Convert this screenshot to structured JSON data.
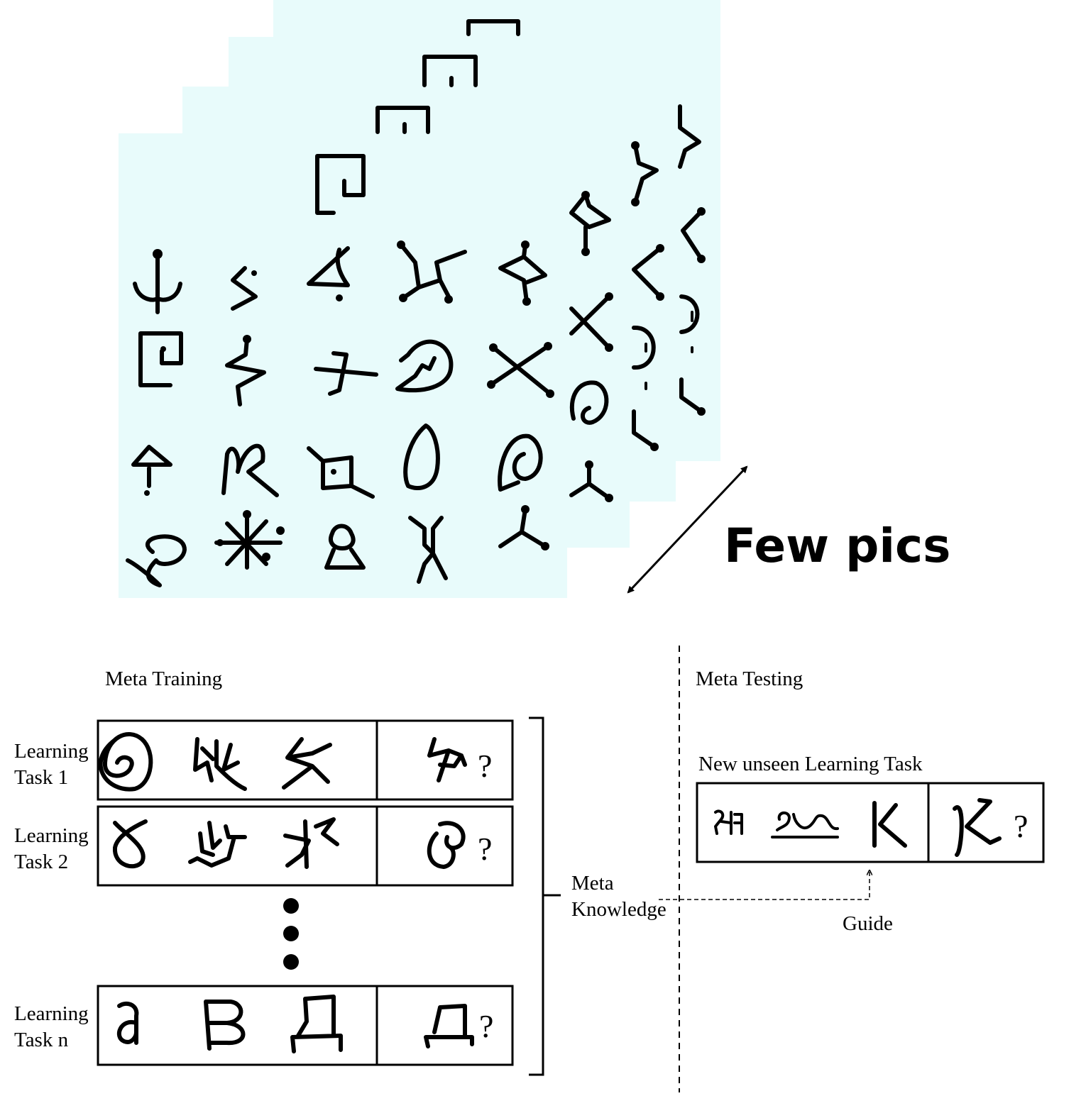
{
  "colors": {
    "card_background": "#e8fbfb",
    "ink": "#000000"
  },
  "few_pics_label": "Few pics",
  "meta_training": {
    "title": "Meta Training",
    "tasks": [
      {
        "label_line1": "Learning",
        "label_line2": "Task 1",
        "query_mark": "?"
      },
      {
        "label_line1": "Learning",
        "label_line2": "Task 2",
        "query_mark": "?"
      },
      {
        "label_line1": "Learning",
        "label_line2": "Task n",
        "query_mark": "?"
      }
    ]
  },
  "meta_knowledge": {
    "line1": "Meta",
    "line2": "Knowledge"
  },
  "meta_testing": {
    "title": "Meta Testing",
    "task_title": "New unseen Learning Task",
    "query_mark": "?",
    "guide_label": "Guide"
  }
}
